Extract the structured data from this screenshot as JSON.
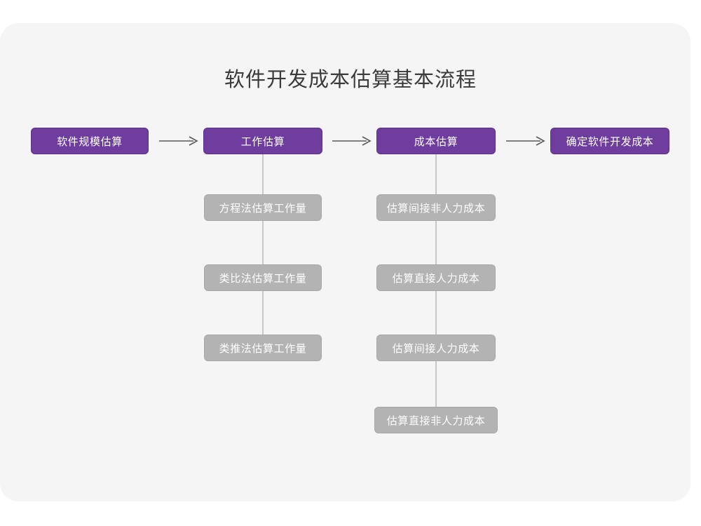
{
  "title": "软件开发成本估算基本流程",
  "colors": {
    "canvas_background": "#ffffff",
    "card_background": "#f5f5f5",
    "primary_node_fill": "#6f3d9e",
    "primary_node_border": "#5e3089",
    "secondary_node_fill": "#b3b3b3",
    "secondary_node_border": "#a8a8a8",
    "node_text": "#ffffff",
    "title_text": "#3b3b3b",
    "connector_line": "#c8c8c8",
    "arrow": "#5a5a5a"
  },
  "flow": {
    "main_steps": [
      {
        "id": "step-1",
        "label": "软件规模估算"
      },
      {
        "id": "step-2",
        "label": "工作估算"
      },
      {
        "id": "step-3",
        "label": "成本估算"
      },
      {
        "id": "step-4",
        "label": "确定软件开发成本"
      }
    ],
    "connectors": [
      {
        "id": "arrow-1",
        "from": "step-1",
        "to": "step-2",
        "glyph": "arrow-right-icon"
      },
      {
        "id": "arrow-2",
        "from": "step-2",
        "to": "step-3",
        "glyph": "arrow-right-icon"
      },
      {
        "id": "arrow-3",
        "from": "step-3",
        "to": "step-4",
        "glyph": "arrow-right-icon"
      }
    ],
    "sub_steps": {
      "step-2": [
        {
          "id": "step-2-sub-1",
          "label": "方程法估算工作量"
        },
        {
          "id": "step-2-sub-2",
          "label": "类比法估算工作量"
        },
        {
          "id": "step-2-sub-3",
          "label": "类推法估算工作量"
        }
      ],
      "step-3": [
        {
          "id": "step-3-sub-1",
          "label": "估算间接非人力成本"
        },
        {
          "id": "step-3-sub-2",
          "label": "估算直接人力成本"
        },
        {
          "id": "step-3-sub-3",
          "label": "估算间接人力成本"
        },
        {
          "id": "step-3-sub-4",
          "label": "估算直接非人力成本"
        }
      ]
    }
  }
}
